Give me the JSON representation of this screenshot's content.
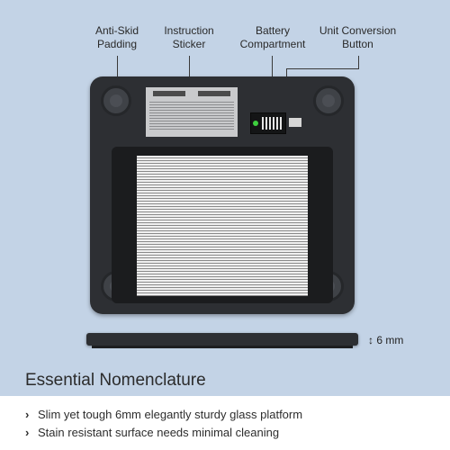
{
  "callouts": {
    "anti_skid": [
      "Anti-Skid",
      "Padding"
    ],
    "instruction": [
      "Instruction",
      "Sticker"
    ],
    "battery": [
      "Battery",
      "Compartment"
    ],
    "unit_button": [
      "Unit Conversion",
      "Button"
    ]
  },
  "dimension_label": "6 mm",
  "title": "Essential Nomenclature",
  "bullets": [
    "Slim yet tough 6mm elegantly sturdy glass platform",
    "Stain resistant surface needs minimal cleaning"
  ],
  "icons": {
    "bullet": "chevron-right-icon",
    "dimension": "up-down-arrow-icon"
  },
  "colors": {
    "background": "#c3d3e6",
    "scale_body": "#2d2f33",
    "battery_led": "#3ecf3e"
  }
}
